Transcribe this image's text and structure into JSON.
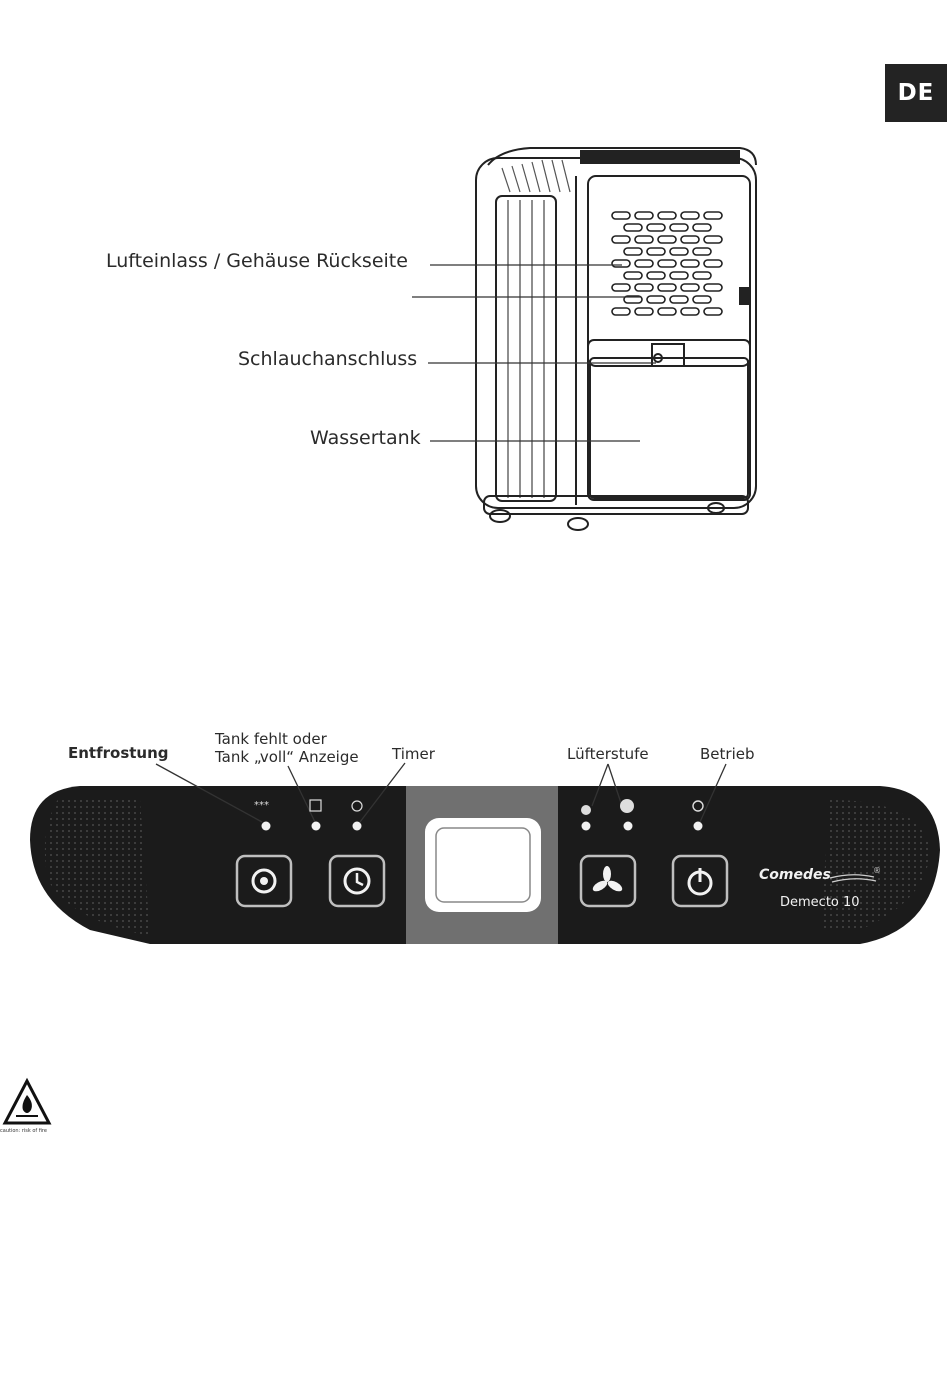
{
  "language_tab": "DE",
  "device_callouts": [
    "Lufteinlass / Gehäuse Rückseite",
    "Schlauchanschluss",
    "Wassertank"
  ],
  "panel_labels": {
    "defrost": "Entfrostung",
    "tank_line1": "Tank fehlt oder",
    "tank_line2": "Tank „voll“ Anzeige",
    "timer": "Timer",
    "fan_speed": "Lüfterstufe",
    "power": "Betrieb"
  },
  "brand": {
    "name": "Comedes",
    "model": "Demecto 10",
    "registered": "®"
  },
  "warning": {
    "caption": "caution: risk of fire"
  },
  "colors": {
    "panel_bg": "#1b1b1b",
    "display_band": "#707070",
    "language_tab_bg": "#232323"
  }
}
